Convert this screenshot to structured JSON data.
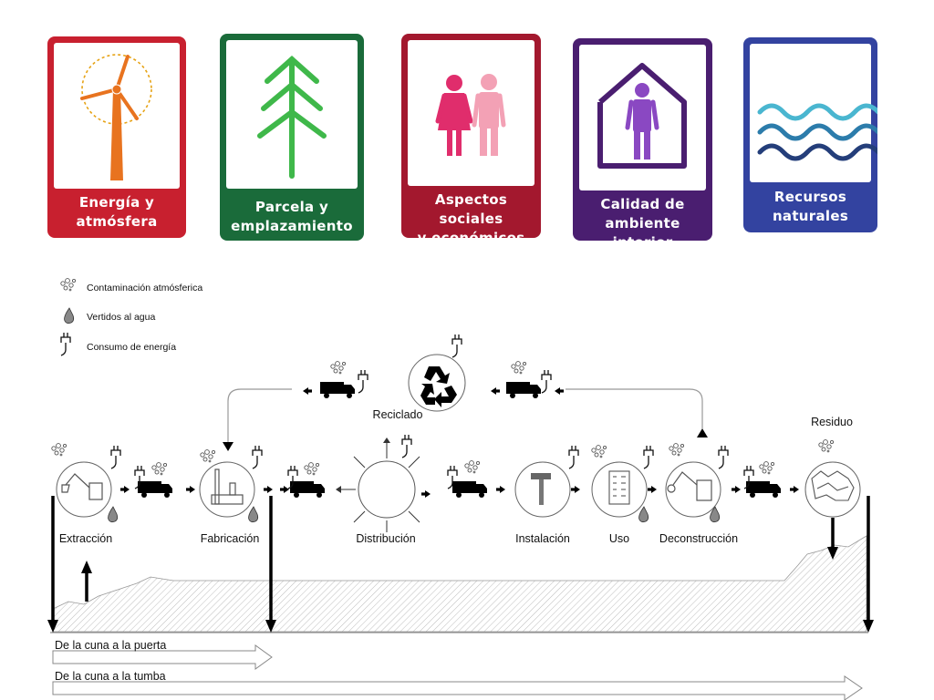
{
  "categories": [
    {
      "line1": "Energía y",
      "line2": "atmósfera",
      "color": "#c8202f",
      "icon": "wind-turbine-icon"
    },
    {
      "line1": "Parcela y",
      "line2": "emplazamiento",
      "color": "#1a6b3a",
      "icon": "tree-icon"
    },
    {
      "line1": "Aspectos sociales",
      "line2": "y económicos",
      "color": "#a3182e",
      "icon": "people-icon"
    },
    {
      "line1": "Calidad de",
      "line2": "ambiente interior",
      "color": "#4a1e70",
      "icon": "house-person-icon"
    },
    {
      "line1": "Recursos",
      "line2": "naturales",
      "color": "#3343a0",
      "icon": "water-waves-icon"
    }
  ],
  "legend": [
    {
      "label": "Contaminación atmósferica",
      "icon": "air-pollution-icon"
    },
    {
      "label": "Vertidos al agua",
      "icon": "water-drop-icon"
    },
    {
      "label": "Consumo de energía",
      "icon": "energy-plug-icon"
    }
  ],
  "stages": {
    "extraccion": "Extracción",
    "fabricacion": "Fabricación",
    "distribucion": "Distribución",
    "instalacion": "Instalación",
    "uso": "Uso",
    "deconstruccion": "Deconstrucción",
    "residuo": "Residuo",
    "reciclado": "Reciclado"
  },
  "scopes": {
    "gate": "De la cuna a la puerta",
    "grave": "De la cuna a la tumba"
  }
}
